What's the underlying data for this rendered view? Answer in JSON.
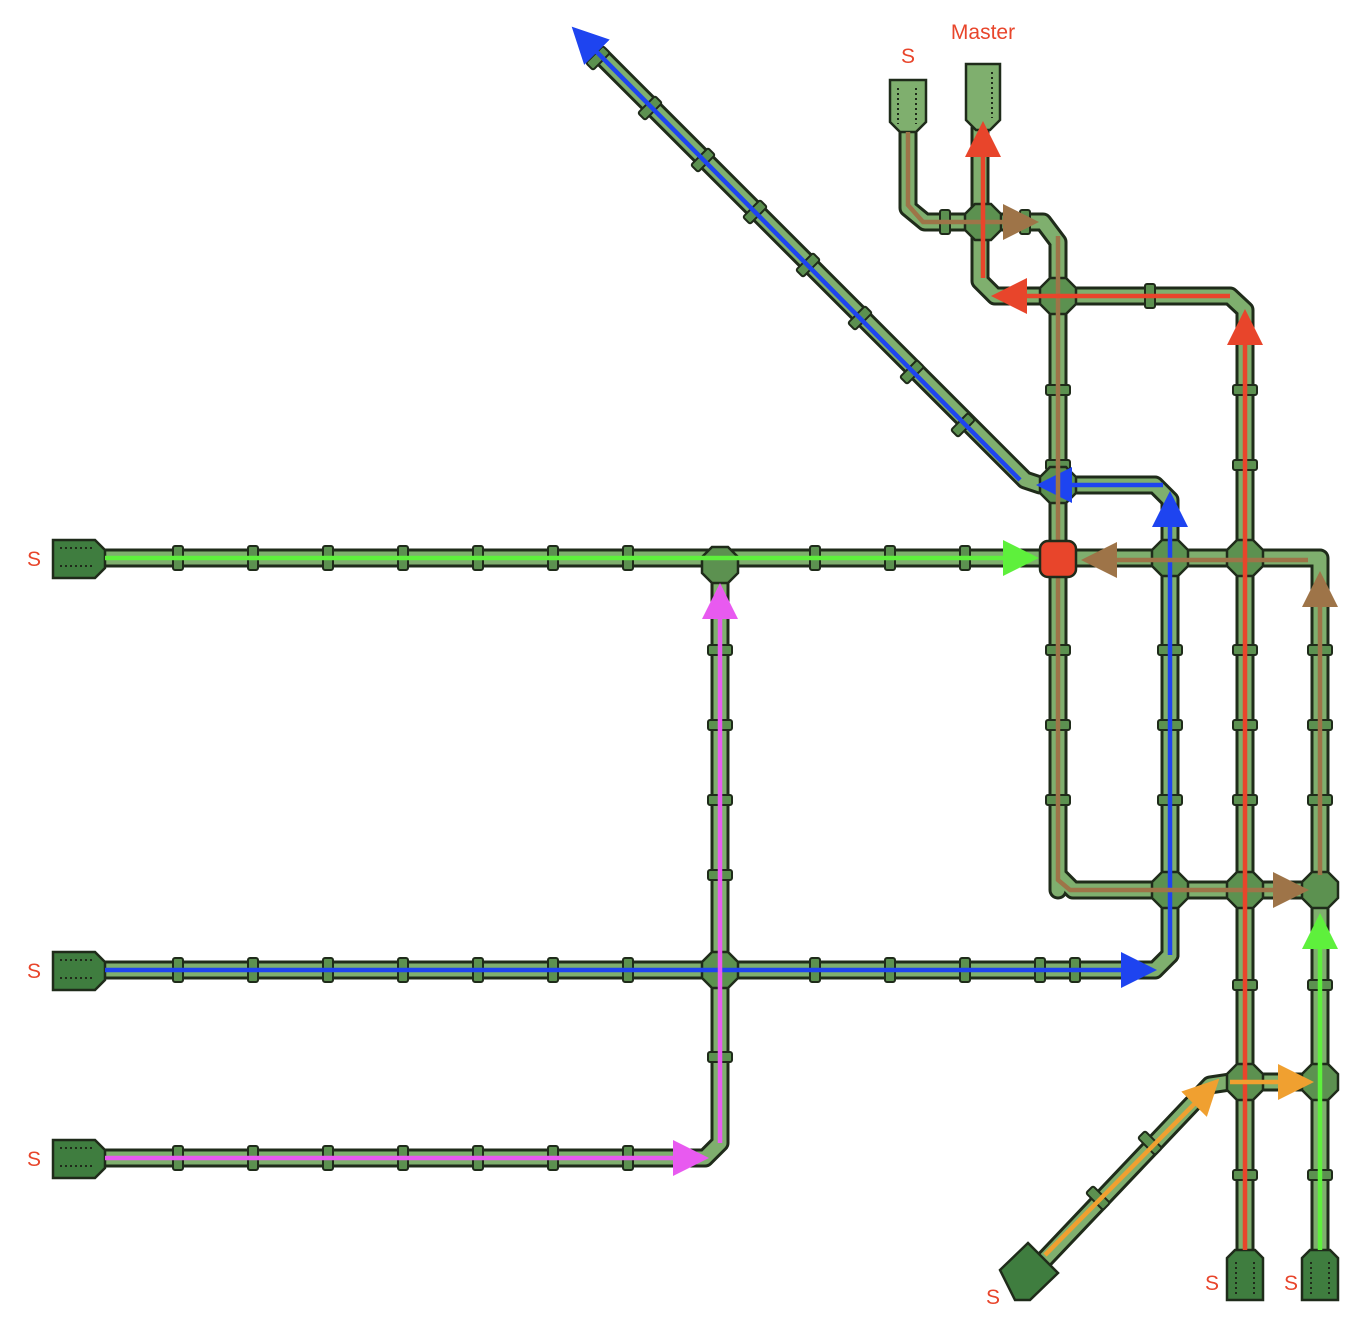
{
  "labels": {
    "master": "Master",
    "slave": "S"
  },
  "colors": {
    "label": "#e8452b",
    "pipe_fill": "#7faf6e",
    "pipe_outline": "#1f2b1a",
    "node_fill": "#5c9150",
    "device_fill": "#3f7d3f",
    "conflict_node": "#e8452b",
    "route_green": "#5ef03c",
    "route_blue": "#1e44f0",
    "route_magenta": "#e85af0",
    "route_brown": "#9e7448",
    "route_red": "#e8452b",
    "route_orange": "#f0a030"
  },
  "devices": {
    "master": "master-device",
    "slaves": [
      "top-slave",
      "left-slave-1",
      "left-slave-2",
      "left-slave-3",
      "bottom-slave-1",
      "bottom-slave-2",
      "bottom-slave-3"
    ]
  }
}
